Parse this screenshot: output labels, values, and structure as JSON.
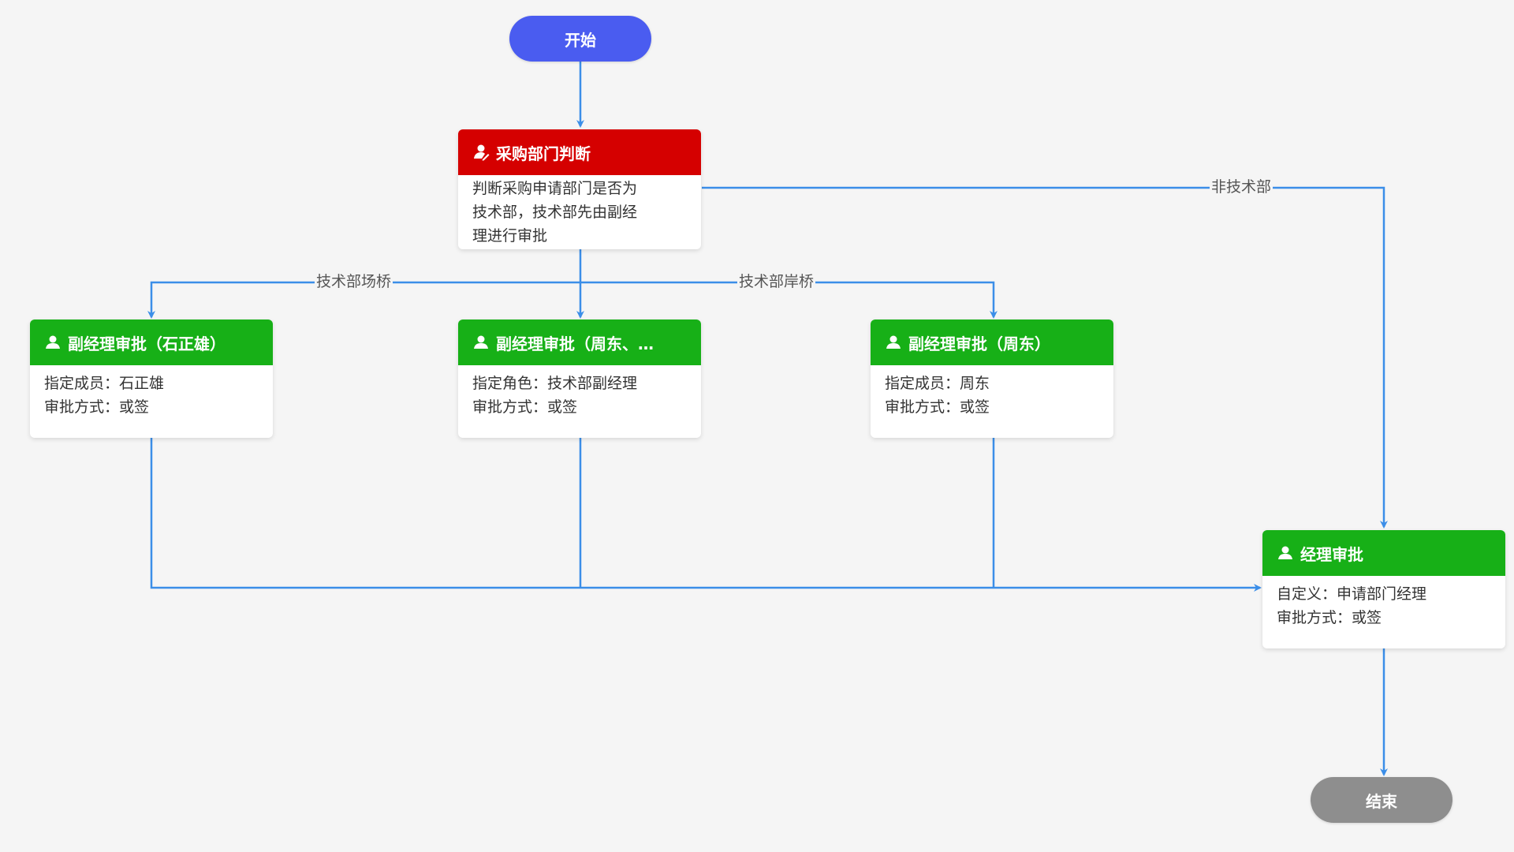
{
  "start": {
    "label": "开始"
  },
  "end": {
    "label": "结束"
  },
  "decision": {
    "title": "采购部门判断",
    "desc": [
      "判断采购申请部门是否为",
      "技术部，技术部先由副经",
      "理进行审批"
    ]
  },
  "approvals": [
    {
      "title": "副经理审批（石正雄）",
      "lines": [
        "指定成员：石正雄",
        "审批方式：或签"
      ]
    },
    {
      "title": "副经理审批（周东、…",
      "lines": [
        "指定角色：技术部副经理",
        "审批方式：或签"
      ]
    },
    {
      "title": "副经理审批（周东）",
      "lines": [
        "指定成员：周东",
        "审批方式：或签"
      ]
    }
  ],
  "manager": {
    "title": "经理审批",
    "lines": [
      "自定义：申请部门经理",
      "审批方式：或签"
    ]
  },
  "edge_labels": {
    "tech_yangqiao": "技术部场桥",
    "tech_anqiao": "技术部岸桥",
    "non_tech": "非技术部"
  },
  "colors": {
    "start": "#4a5cf0",
    "end": "#8e8e8e",
    "decision": "#d50000",
    "approval": "#17b017",
    "edge": "#3b8ee8"
  },
  "icons": {
    "decision": "approver-stamp-icon",
    "approval": "user-icon"
  }
}
